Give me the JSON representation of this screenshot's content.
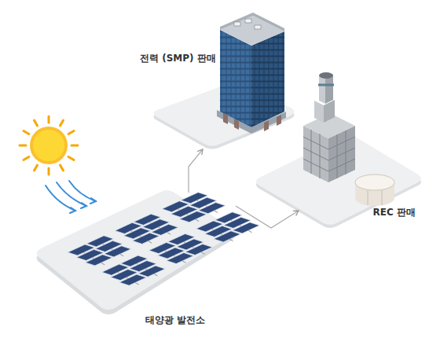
{
  "diagram": {
    "nodes": [
      {
        "text": [
          "전력 (SMP) 판매"
        ]
      },
      {
        "text": [
          "REC 판매"
        ]
      },
      {
        "text": [
          "태양광 발전소"
        ]
      }
    ],
    "edges": [
      {
        "from": 2,
        "to": 0,
        "arrow": "to"
      },
      {
        "from": 2,
        "to": 1,
        "arrow": "to"
      }
    ]
  }
}
